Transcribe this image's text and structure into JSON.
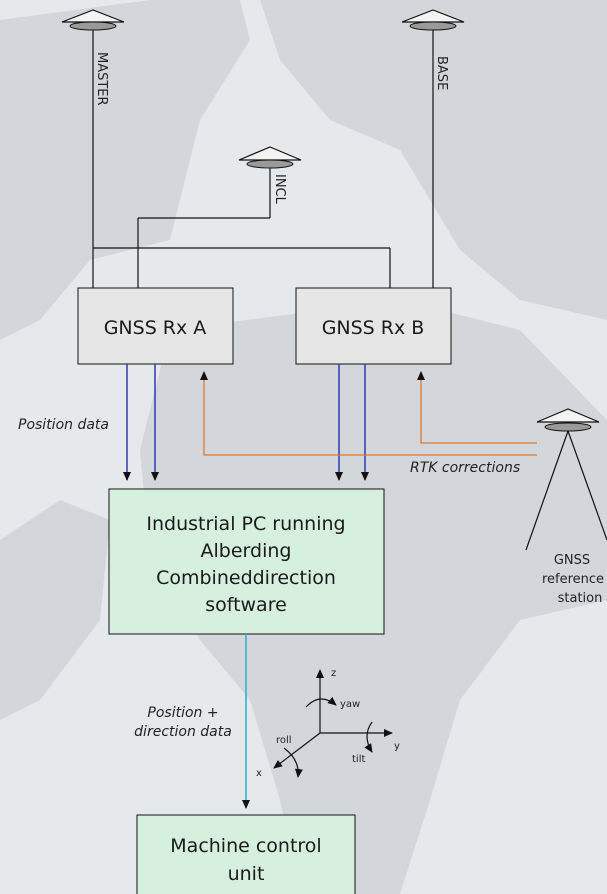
{
  "antennas": {
    "master": "MASTER",
    "base": "BASE",
    "incl": "INCL"
  },
  "receivers": {
    "a": "GNSS Rx A",
    "b": "GNSS Rx B"
  },
  "labels": {
    "position_data": "Position data",
    "rtk_corrections": "RTK corrections",
    "position_direction_1": "Position +",
    "position_direction_2": "direction data"
  },
  "reference_station": [
    "GNSS",
    "reference",
    "station"
  ],
  "pc": [
    "Industrial PC running",
    "Alberding",
    "Combineddirection",
    "software"
  ],
  "machine": [
    "Machine control",
    "unit"
  ],
  "axes": {
    "z": "z",
    "yaw": "yaw",
    "roll": "roll",
    "x": "x",
    "tilt": "tilt",
    "y": "y"
  },
  "colors": {
    "background": "#e6e9ec",
    "land": "#d2d6da",
    "receiver_box": "#e6e6e6",
    "green_box": "#d6f0de",
    "data_line": "#2b3bb0",
    "rtk_line": "#e07a2a",
    "output_line": "#2aaecc"
  }
}
